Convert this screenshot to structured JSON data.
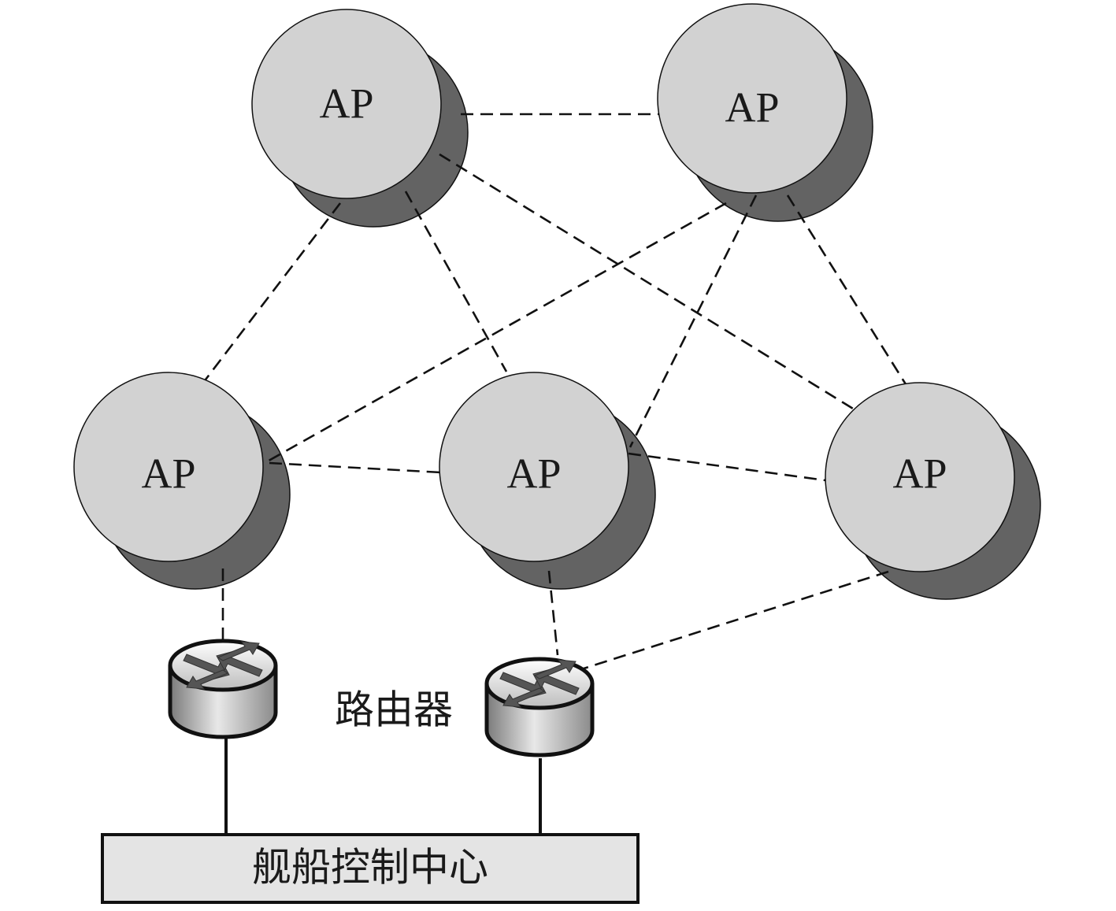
{
  "nodes": {
    "ap_top_left": {
      "label": "AP"
    },
    "ap_top_right": {
      "label": "AP"
    },
    "ap_mid_left": {
      "label": "AP"
    },
    "ap_mid_center": {
      "label": "AP"
    },
    "ap_mid_right": {
      "label": "AP"
    }
  },
  "router_label": "路由器",
  "control_center_label": "舰船控制中心",
  "colors": {
    "ap_fill": "#d2d2d2",
    "ap_shadow": "#636363",
    "router_body": "#c8c8c8",
    "control_center_fill": "#e4e4e4",
    "line": "#111111"
  }
}
